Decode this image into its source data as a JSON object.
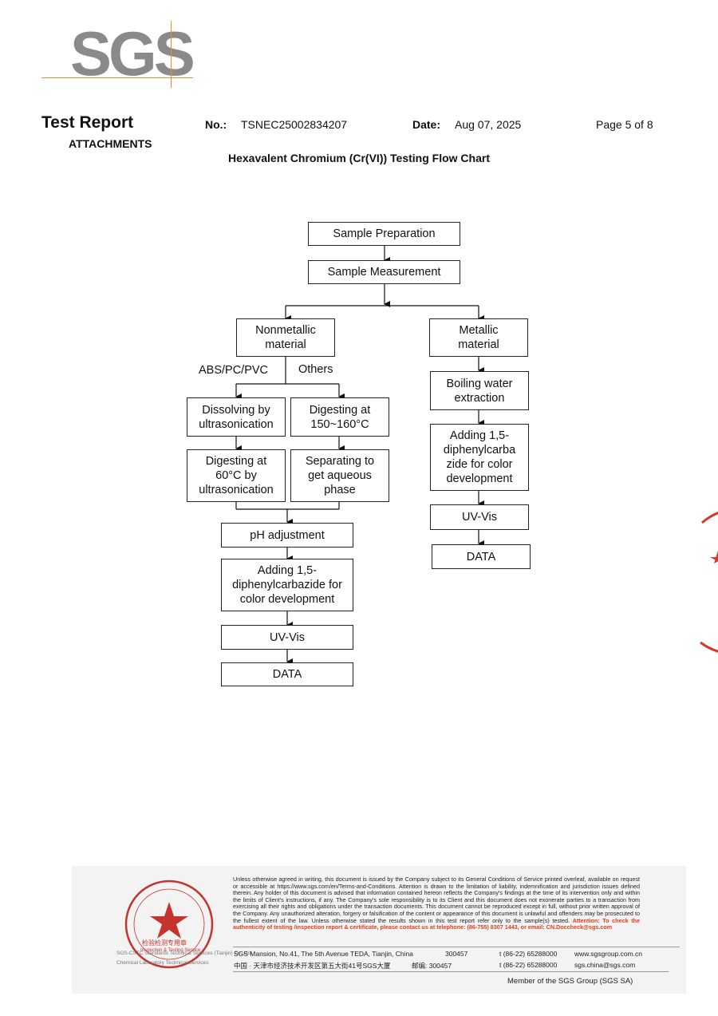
{
  "logo": {
    "text": "SGS"
  },
  "header": {
    "title": "Test Report",
    "subtitle": "ATTACHMENTS",
    "no_label": "No.:",
    "no_value": "TSNEC25002834207",
    "date_label": "Date:",
    "date_value": "Aug 07, 2025",
    "page": "Page 5 of 8"
  },
  "chart": {
    "title": "Hexavalent Chromium (Cr(VI)) Testing Flow Chart",
    "nodes": {
      "prep": "Sample Preparation",
      "measure": "Sample Measurement",
      "nonmetal": "Nonmetallic\nmaterial",
      "metal": "Metallic\nmaterial",
      "dissolve": "Dissolving by\nultrasonication",
      "digest150": "Digesting at\n150~160°C",
      "digest60": "Digesting at\n60°C by\nultrasonication",
      "separate": "Separating to\nget aqueous\nphase",
      "ph": "pH adjustment",
      "adding_left": "Adding 1,5-\ndiphenylcarbazide for\ncolor development",
      "uv_left": "UV-Vis",
      "data_left": "DATA",
      "boiling": "Boiling water\nextraction",
      "adding_right": "Adding 1,5-\ndiphenylcarba\nzide for color\ndevelopment",
      "uv_right": "UV-Vis",
      "data_right": "DATA"
    },
    "branch_labels": {
      "left": "ABS/PC/PVC",
      "right": "Others"
    }
  },
  "footer": {
    "disclaimer": "Unless otherwise agreed in writing, this document is issued by the Company subject to its General Conditions of Service printed overleaf, available on request or accessible at https://www.sgs.com/en/Terms-and-Conditions. Attention is drawn to the limitation of liability, indemnification and jurisdiction issues defined therein. Any holder of this document is advised that information contained hereon reflects the Company's findings at the time of its intervention only and within the limits of Client's instructions, if any. The Company's sole responsibility is to its Client and this document does not exonerate parties to a transaction from exercising all their rights and obligations under the transaction documents. This document cannot be reproduced except in full, without prior written approval of the Company. Any unauthorized alteration, forgery or falsification of the content or appearance of this document is unlawful and offenders may be prosecuted to the fullest extent of the law. Unless otherwise stated the results shown in this test report refer only to the sample(s) tested.",
    "attention": "Attention: To check the authenticity of testing /inspection report & certificate, please contact us at telephone: (86-755) 8307 1443, or email: CN.Doccheck@sgs.com",
    "address_en": "SGS Mansion, No.41, The 5th Avenue TEDA, Tianjin, China",
    "postcode_en": "300457",
    "tel_en": "t (86-22) 65288000",
    "web": "www.sgsgroup.com.cn",
    "address_cn": "中国 · 天津市经济技术开发区第五大街41号SGS大厦",
    "postcode_cn": "邮编: 300457",
    "tel_cn": "t (86-22) 65288000",
    "email": "sgs.china@sgs.com",
    "member": "Member of the SGS Group (SGS SA)",
    "seal_line1": "检验检测专用章",
    "seal_line2": "Inspection & Testing Service",
    "seal_line3": "SGS-CSTC Standards Technical Services (Tianjin) Co.,Ltd.",
    "seal_line4": "Chemical Laboratory Technical Services"
  },
  "colors": {
    "logo_gray": "#8a8a8a",
    "logo_orange": "#f08a2c",
    "seal_red": "#c4342d"
  }
}
